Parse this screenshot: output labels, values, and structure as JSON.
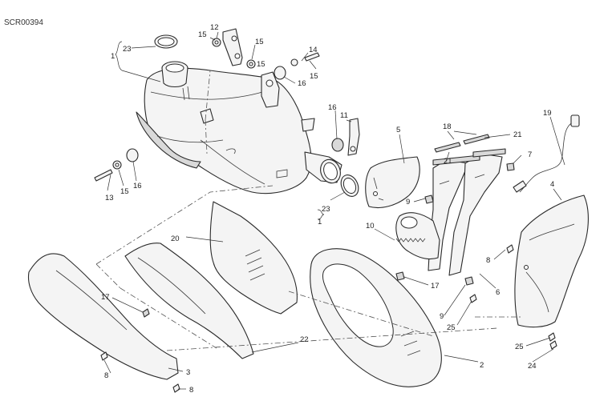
{
  "diagram_code": "SCR00394",
  "callouts": {
    "c1_top": "1",
    "c1_bottom": "1",
    "c2": "2",
    "c3": "3",
    "c4": "4",
    "c5": "5",
    "c6": "6",
    "c7": "7",
    "c8_left": "8",
    "c8_bottom": "8",
    "c8_right": "8",
    "c9_mid": "9",
    "c9_low": "9",
    "c10": "10",
    "c11": "11",
    "c12": "12",
    "c13": "13",
    "c14": "14",
    "c15_a": "15",
    "c15_b": "15",
    "c15_c": "15",
    "c15_d": "15",
    "c16_a": "16",
    "c16_b": "16",
    "c16_c": "16",
    "c17_left": "17",
    "c17_right": "17",
    "c18": "18",
    "c19": "19",
    "c20": "20",
    "c21_a": "21",
    "c21_b": "21",
    "c22": "22",
    "c23_top": "23",
    "c23_mid": "23",
    "c24": "24",
    "c25_a": "25",
    "c25_b": "25"
  }
}
